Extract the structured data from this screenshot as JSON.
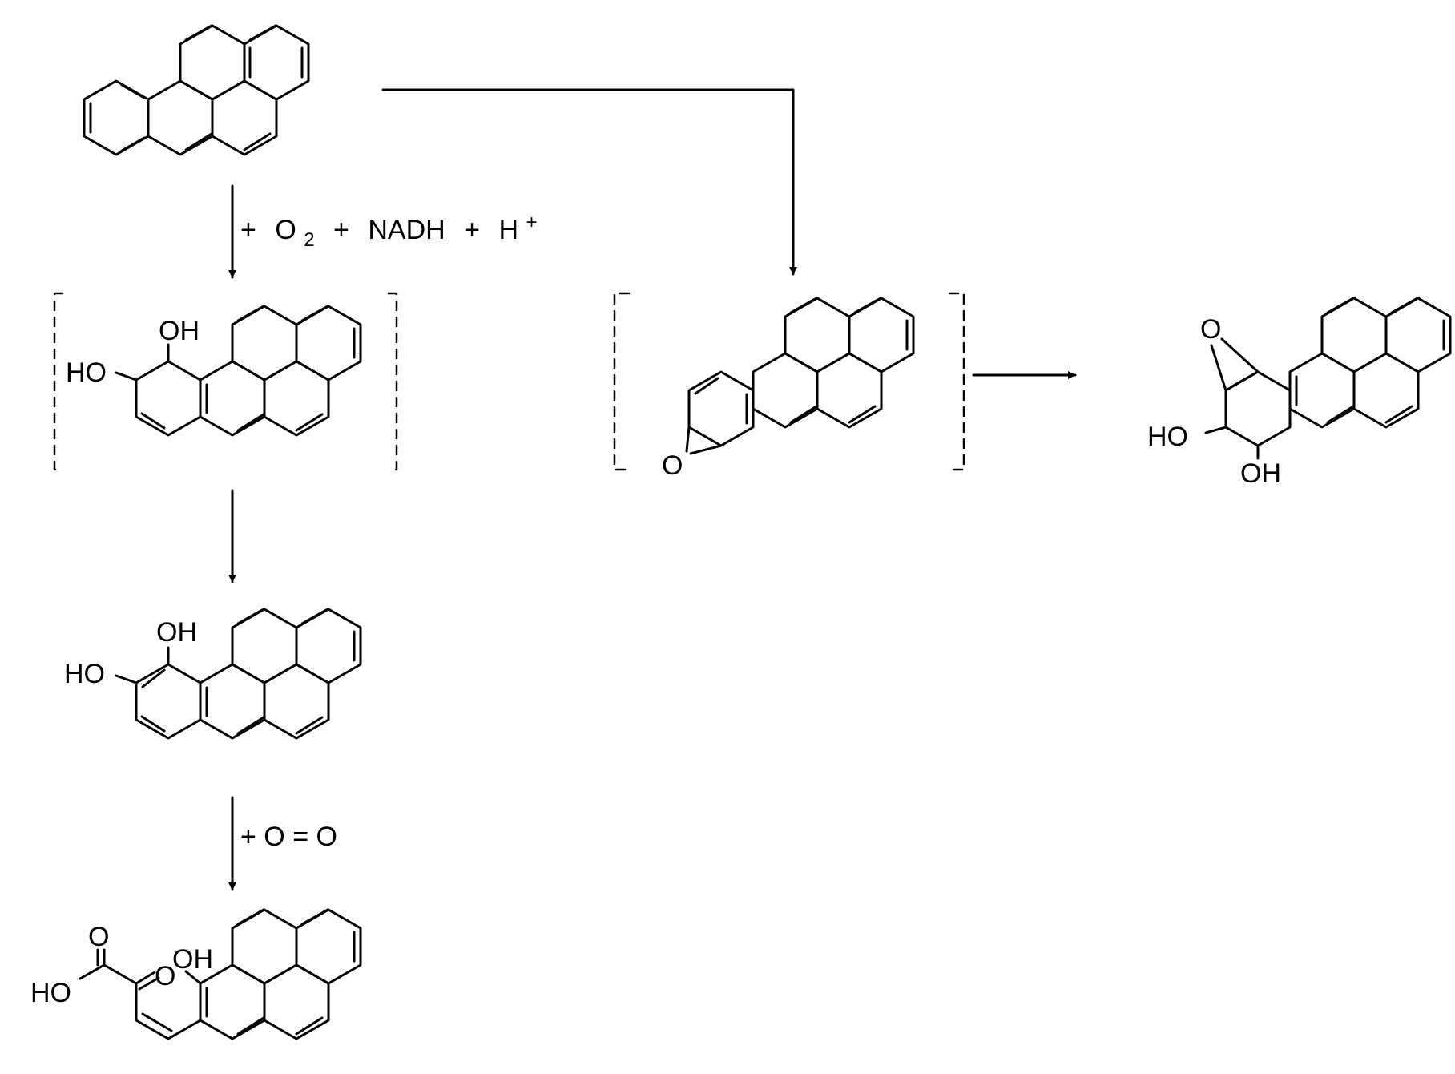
{
  "reagents": {
    "step1_plus_a": "+",
    "step1_o": "O",
    "step1_o_sub": "2",
    "step1_plus_b": "+",
    "step1_nadh": "NADH",
    "step1_plus_c": "+",
    "step1_h": "H",
    "step1_h_sup": "+",
    "step3": "+ O = O"
  },
  "atoms": {
    "dihydrodiol_oh": "OH",
    "dihydrodiol_ho": "HO",
    "catechol_oh": "OH",
    "catechol_ho": "HO",
    "epoxide_o": "O",
    "diolepoxide_o": "O",
    "diolepoxide_ho": "HO",
    "diolepoxide_oh": "OH",
    "acid_o": "O",
    "acid_ho": "HO",
    "acid_keto_o": "O",
    "acid_oh": "OH"
  },
  "colors": {
    "ink": "#000000",
    "background": "#ffffff"
  }
}
